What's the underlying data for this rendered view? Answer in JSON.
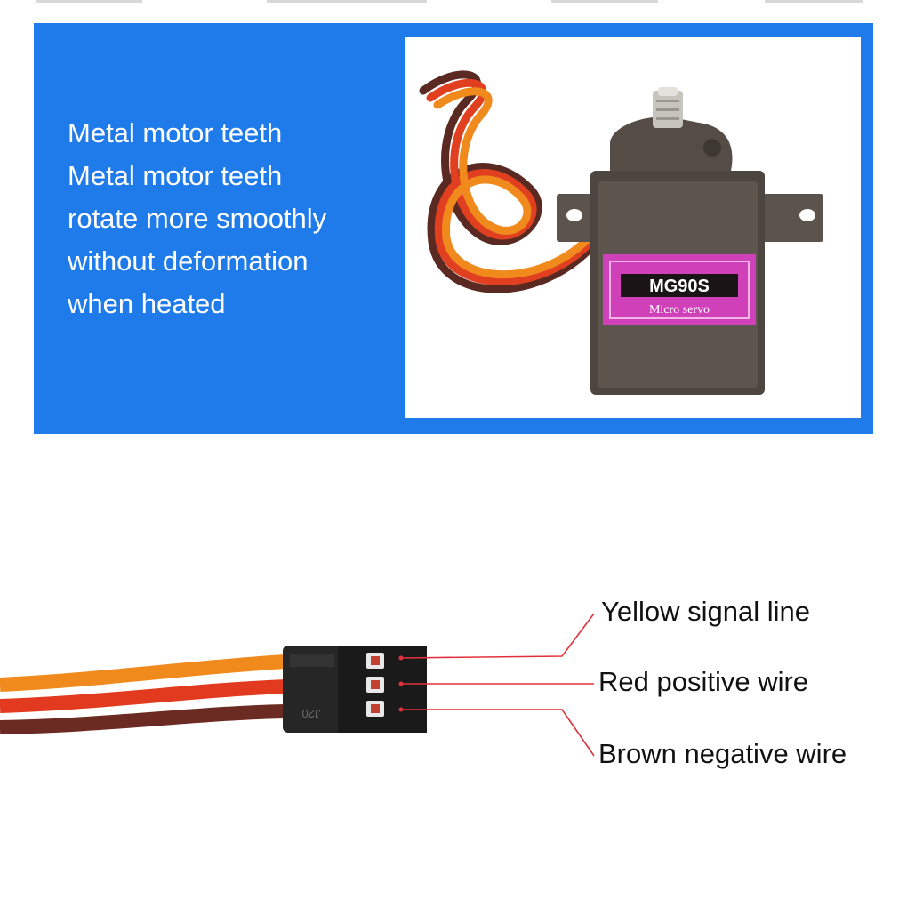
{
  "banner": {
    "background_color": "#1f7bea",
    "features": [
      "Metal motor teeth",
      "Metal motor teeth",
      "rotate more smoothly",
      "without deformation",
      "when heated"
    ]
  },
  "product": {
    "label_model": "MG90S",
    "label_type": "Micro servo",
    "label_color": "#d040b8"
  },
  "connector": {
    "mark": "J20",
    "leader_color": "#e0323c",
    "wires": [
      {
        "label": "Yellow signal line",
        "color": "#f08a1c"
      },
      {
        "label": "Red positive wire",
        "color": "#e23a1e"
      },
      {
        "label": "Brown negative wire",
        "color": "#6b2a22"
      }
    ]
  }
}
